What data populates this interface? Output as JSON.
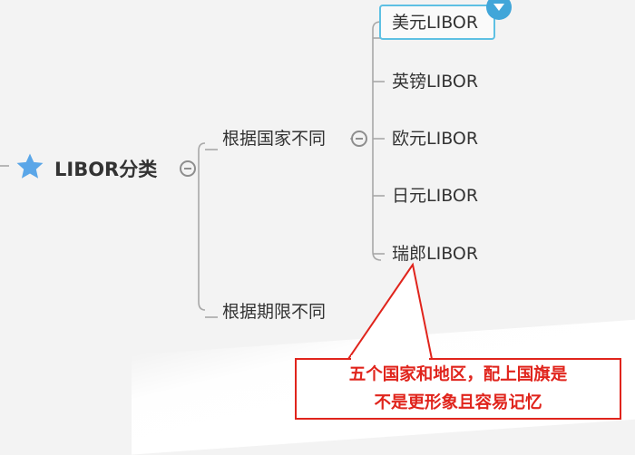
{
  "mindmap": {
    "root": {
      "label": "LIBOR分类",
      "icon": "star-icon"
    },
    "branches": [
      {
        "label": "根据国家不同",
        "children": [
          "美元LIBOR",
          "英镑LIBOR",
          "欧元LIBOR",
          "日元LIBOR",
          "瑞郎LIBOR"
        ],
        "selected_child": "美元LIBOR"
      },
      {
        "label": "根据期限不同"
      }
    ]
  },
  "annotation": {
    "line1": "五个国家和地区，配上国旗是",
    "line2": "不是更形象且容易记忆"
  },
  "colors": {
    "star": "#5aa6e8",
    "selection_border": "#5ec0e3",
    "selection_handle": "#41a6d9",
    "callout": "#e0241c",
    "connector": "#a8a8a8"
  }
}
